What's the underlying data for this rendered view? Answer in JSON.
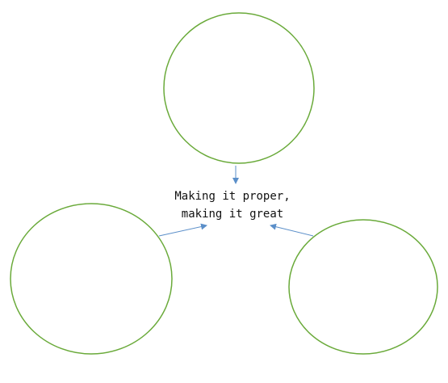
{
  "diagram": {
    "center_label": {
      "line1": "Making it proper,",
      "line2": "making it great"
    },
    "nodes": [
      {
        "id": "top-circle",
        "label": ""
      },
      {
        "id": "left-circle",
        "label": ""
      },
      {
        "id": "right-circle",
        "label": ""
      }
    ],
    "colors": {
      "circle_stroke": "#6aaa3a",
      "arrow": "#5b8fc9",
      "text": "#111111"
    }
  }
}
